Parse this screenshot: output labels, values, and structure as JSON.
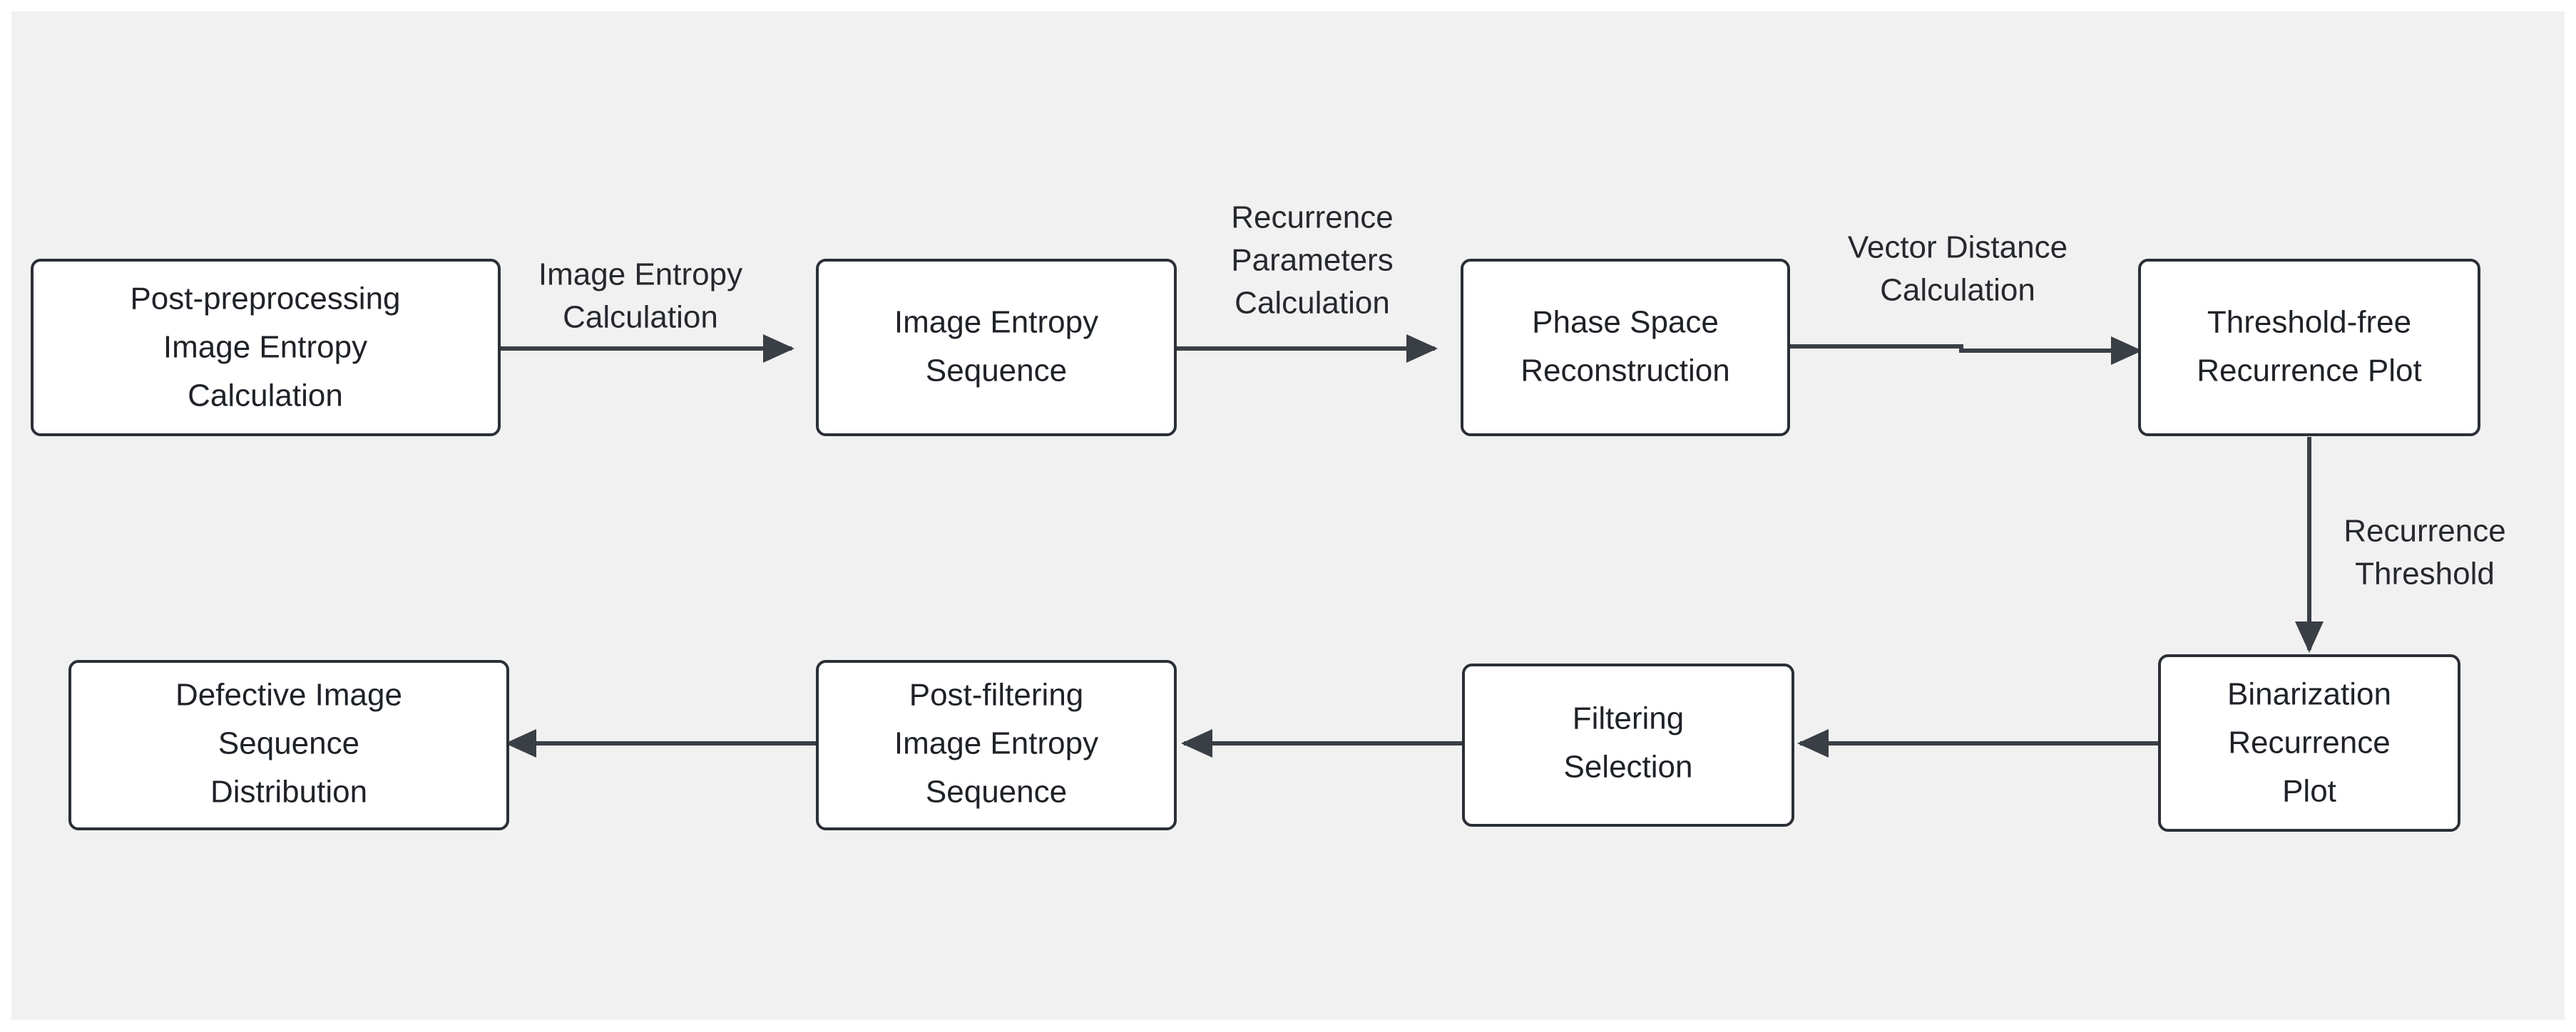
{
  "diagram": {
    "type": "flowchart",
    "direction": "left-to-right, then right-to-left (serpentine)",
    "background_color": "#f1f1f1",
    "node_fill_color": "#ffffff",
    "node_border_color": "#2b2f36",
    "edge_color": "#3a3e45",
    "text_color": "#1f2328",
    "nodes": [
      {
        "id": "n1",
        "lines": [
          "Post-preprocessing",
          "Image Entropy",
          "Calculation"
        ],
        "row": "top",
        "order": 1
      },
      {
        "id": "n2",
        "lines": [
          "Image Entropy",
          "Sequence"
        ],
        "row": "top",
        "order": 2
      },
      {
        "id": "n3",
        "lines": [
          "Phase Space",
          "Reconstruction"
        ],
        "row": "top",
        "order": 3
      },
      {
        "id": "n4",
        "lines": [
          "Threshold-free",
          "Recurrence Plot"
        ],
        "row": "top",
        "order": 4
      },
      {
        "id": "n5",
        "lines": [
          "Binarization",
          "Recurrence",
          "Plot"
        ],
        "row": "bottom",
        "order": 5
      },
      {
        "id": "n6",
        "lines": [
          "Filtering",
          "Selection"
        ],
        "row": "bottom",
        "order": 6
      },
      {
        "id": "n7",
        "lines": [
          "Post-filtering",
          "Image Entropy",
          "Sequence"
        ],
        "row": "bottom",
        "order": 7
      },
      {
        "id": "n8",
        "lines": [
          "Defective Image",
          "Sequence",
          "Distribution"
        ],
        "row": "bottom",
        "order": 8
      }
    ],
    "edges": [
      {
        "id": "e1",
        "from": "n1",
        "to": "n2",
        "orientation": "horizontal-right",
        "lines": [
          "Image Entropy",
          "Calculation"
        ]
      },
      {
        "id": "e2",
        "from": "n2",
        "to": "n3",
        "orientation": "horizontal-right",
        "lines": [
          "Recurrence",
          "Parameters",
          "Calculation"
        ]
      },
      {
        "id": "e3",
        "from": "n3",
        "to": "n4",
        "orientation": "horizontal-right",
        "lines": [
          "Vector Distance",
          "Calculation"
        ]
      },
      {
        "id": "e4",
        "from": "n4",
        "to": "n5",
        "orientation": "vertical-down",
        "lines": [
          "Recurrence",
          "Threshold"
        ]
      },
      {
        "id": "e5",
        "from": "n5",
        "to": "n6",
        "orientation": "horizontal-left",
        "lines": []
      },
      {
        "id": "e6",
        "from": "n6",
        "to": "n7",
        "orientation": "horizontal-left",
        "lines": []
      },
      {
        "id": "e7",
        "from": "n7",
        "to": "n8",
        "orientation": "horizontal-left",
        "lines": []
      }
    ]
  }
}
